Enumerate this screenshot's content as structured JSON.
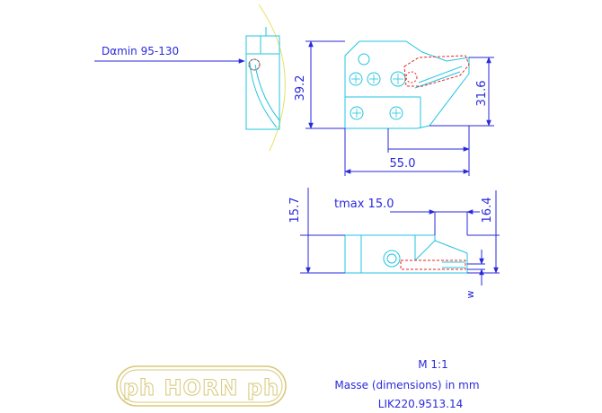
{
  "drawing": {
    "diameter_label": "Dαmin 95-130",
    "dims": {
      "d_39_2": "39.2",
      "d_31_6": "31.6",
      "d_55_0": "55.0",
      "d_15_7": "15.7",
      "d_16_4": "16.4",
      "tmax": "tmax 15.0",
      "w": "w"
    }
  },
  "title_block": {
    "logo_text": "ph HORN ph",
    "scale": "M 1:1",
    "units_note": "Masse (dimensions) in mm",
    "part_number": "LIK220.9513.14"
  },
  "colors": {
    "outline": "#22c4e0",
    "dimension": "#2a2adc",
    "hidden": "#ee2222",
    "arc": "#e8e066",
    "logo": "#d8c878"
  }
}
